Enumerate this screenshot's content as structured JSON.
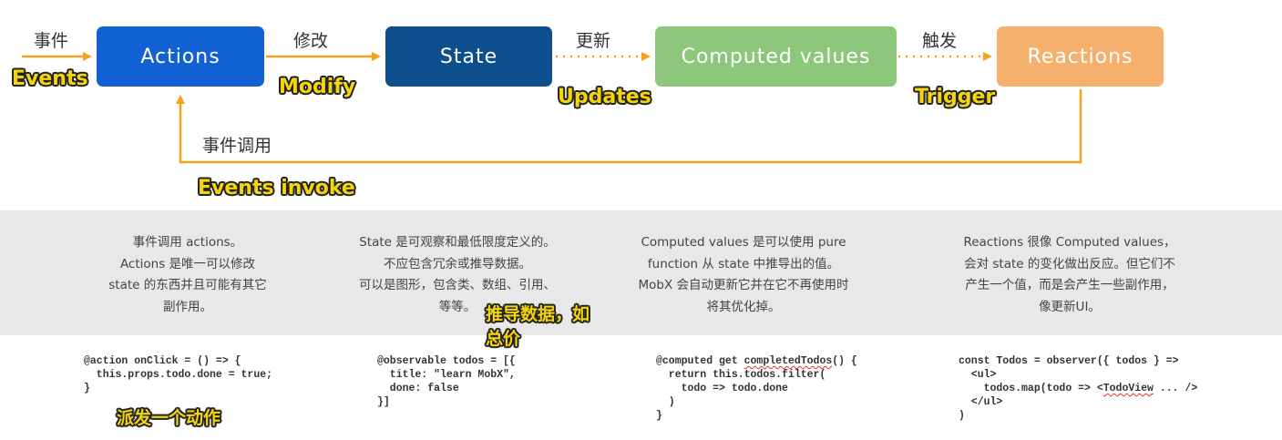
{
  "flow": {
    "boxes": [
      {
        "label": "Actions",
        "color": "#1160d4"
      },
      {
        "label": "State",
        "color": "#0d4f8c"
      },
      {
        "label": "Computed values",
        "color": "#8dc77b"
      },
      {
        "label": "Reactions",
        "color": "#f5b06d"
      }
    ],
    "edges": {
      "events_zh": "事件",
      "events_en": "Events",
      "modify_zh": "修改",
      "modify_en": "Modify",
      "updates_zh": "更新",
      "updates_en": "Updates",
      "trigger_zh": "触发",
      "trigger_en": "Trigger",
      "invoke_zh": "事件调用",
      "invoke_en": "Events invoke"
    },
    "colors": {
      "arrow": "#f7a21b",
      "accent_text": "#f4d40a"
    }
  },
  "descriptions": [
    {
      "lines": [
        "事件调用 actions。",
        "Actions 是唯一可以修改",
        "state 的东西并且可能有其它",
        "副作用。"
      ]
    },
    {
      "lines": [
        "State 是可观察和最低限度定义的。",
        "不应包含冗余或推导数据。",
        "可以是图形，包含类、数组、引用、",
        "等等。"
      ]
    },
    {
      "lines": [
        "Computed values 是可以使用 pure",
        "function 从 state 中推导出的值。",
        "MobX 会自动更新它并在它不再使用时",
        "将其优化掉。"
      ]
    },
    {
      "lines": [
        "Reactions 很像 Computed values，",
        "会对 state 的变化做出反应。但它们不",
        "产生一个值，而是会产生一些副作用，",
        "像更新UI。"
      ]
    }
  ],
  "annotations": {
    "derive_line1": "推导数据，如",
    "derive_line2": "总价",
    "dispatch": "派发一个动作"
  },
  "code": {
    "actions": [
      "@action onClick = () => {",
      "  this.props.todo.done = true;",
      "}"
    ],
    "state": [
      "@observable todos = [{",
      "  title: \"learn MobX\",",
      "  done: false",
      "}]"
    ],
    "computed_l1_pre": "@computed get ",
    "computed_l1_name": "completedTodos",
    "computed_l1_post": "() {",
    "computed_rest": [
      "  return this.todos.filter(",
      "    todo => todo.done",
      "  )",
      "}"
    ],
    "reactions_l1": "const Todos = observer({ todos } =>",
    "reactions_l2": "  <ul>",
    "reactions_l3_pre": "    todos.map(todo => <",
    "reactions_l3_name": "TodoView",
    "reactions_l3_post": " ... />",
    "reactions_l4": "  </ul>",
    "reactions_l5": ")"
  }
}
